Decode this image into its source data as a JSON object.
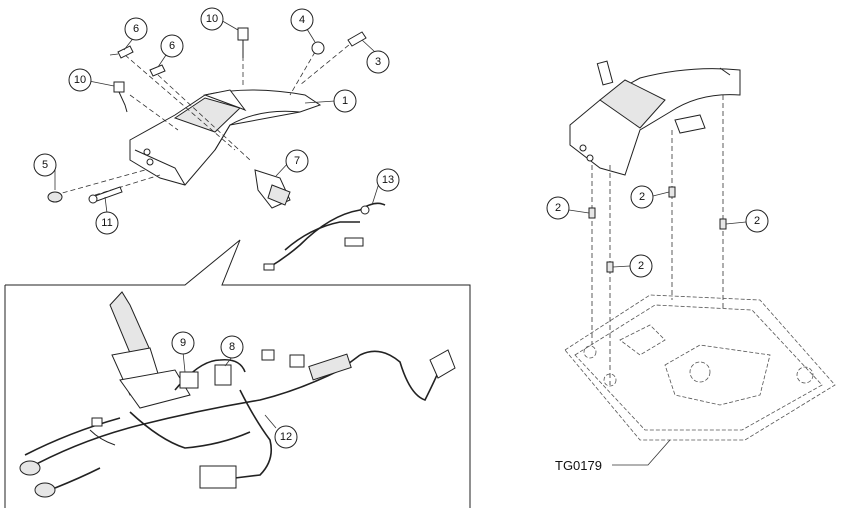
{
  "callouts": {
    "c1": "1",
    "c2a": "2",
    "c2b": "2",
    "c2c": "2",
    "c2d": "2",
    "c3": "3",
    "c4": "4",
    "c5": "5",
    "c6a": "6",
    "c6b": "6",
    "c7": "7",
    "c8": "8",
    "c9": "9",
    "c10a": "10",
    "c10b": "10",
    "c11": "11",
    "c12": "12",
    "c13": "13"
  },
  "reference_code": "TG0179"
}
